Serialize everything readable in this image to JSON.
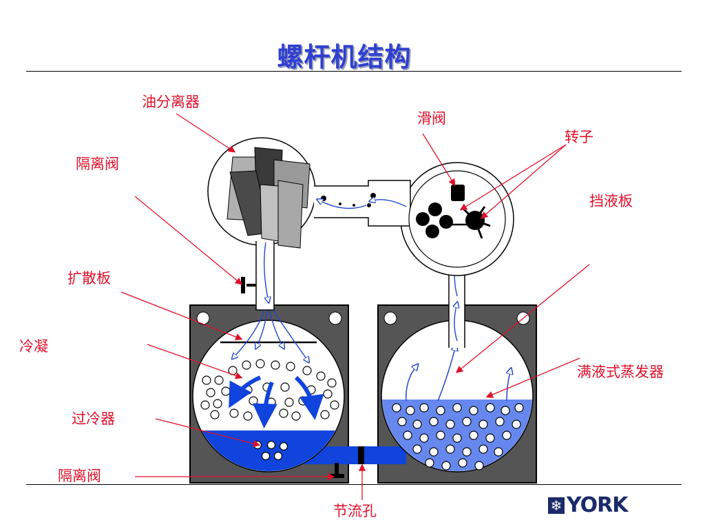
{
  "title": "螺杆机结构",
  "labels": {
    "oil_separator": "油分离器",
    "isolation_valve_top": "隔离阀",
    "slide_valve": "滑阀",
    "rotor": "转子",
    "baffle": "挡液板",
    "diffuser": "扩散板",
    "condensing": "冷凝",
    "flooded_evaporator": "满液式蒸发器",
    "subcooler": "过冷器",
    "isolation_valve_bottom": "隔离阀",
    "orifice": "节流孔"
  },
  "logo": {
    "text": "YORK",
    "icon": "snowflake-icon"
  },
  "colors": {
    "title": "#2f3fd0",
    "label": "#e0102a",
    "leader": "#e0102a",
    "liquid_dark": "#1144dd",
    "liquid_light": "#6688ee",
    "shell": "#555555"
  }
}
